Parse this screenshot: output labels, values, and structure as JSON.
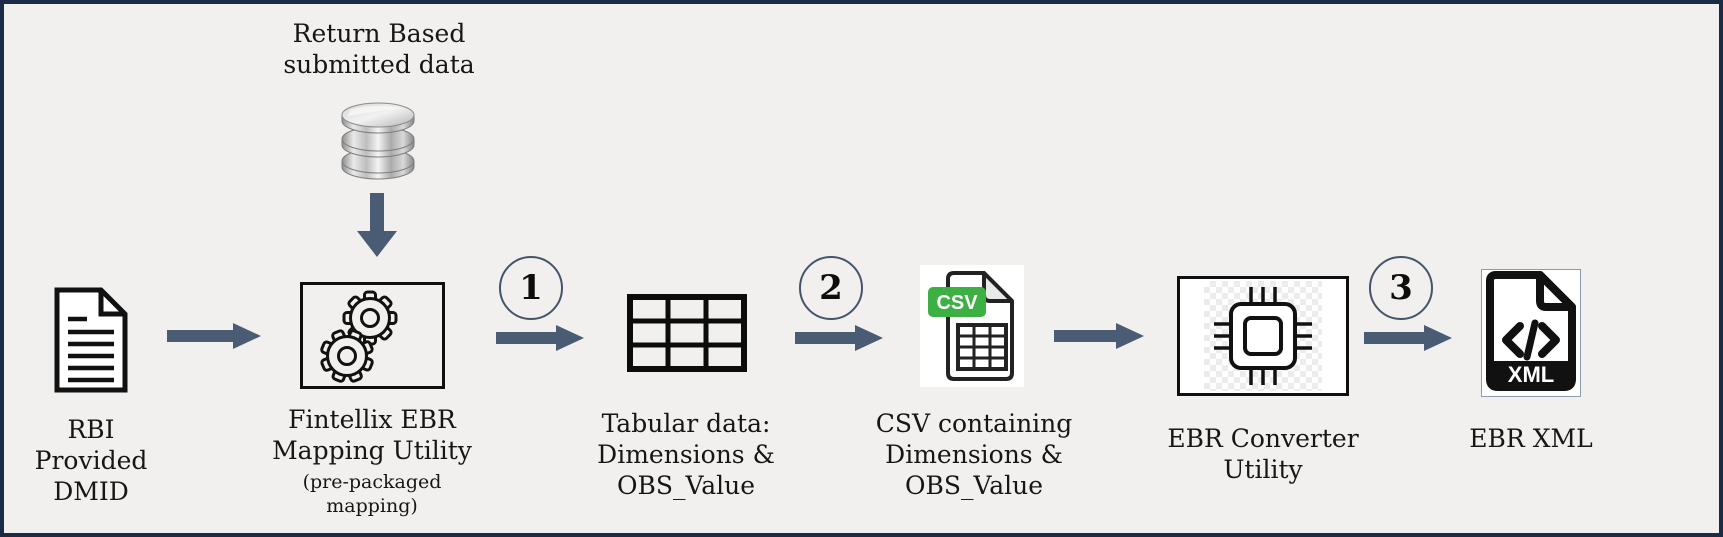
{
  "colors": {
    "bg": "#f1f0ee",
    "frame": "#1c2b45",
    "arrow": "#4a5b74",
    "circle": "#44546a",
    "csvgreen": "#3cb043"
  },
  "diagram": {
    "source": {
      "label": "Return Based\nsubmitted data",
      "icon": "database-icon"
    },
    "nodes": {
      "dmid": {
        "label": "RBI Provided\nDMID",
        "icon": "document-icon"
      },
      "mapping": {
        "label": "Fintellix EBR\nMapping Utility",
        "sublabel": "(pre-packaged\nmapping)",
        "icon": "gears-icon"
      },
      "tabular": {
        "label": "Tabular data:\nDimensions &\nOBS_Value",
        "icon": "table-icon"
      },
      "csv": {
        "label": "CSV containing\nDimensions &\nOBS_Value",
        "badge": "CSV",
        "icon": "csv-file-icon"
      },
      "converter": {
        "label": "EBR Converter\nUtility",
        "icon": "chip-icon"
      },
      "xml": {
        "label": "EBR XML",
        "badge": "XML",
        "icon": "xml-file-icon"
      }
    },
    "connectors": {
      "c1": "1",
      "c2": "2",
      "c3": "3"
    }
  }
}
